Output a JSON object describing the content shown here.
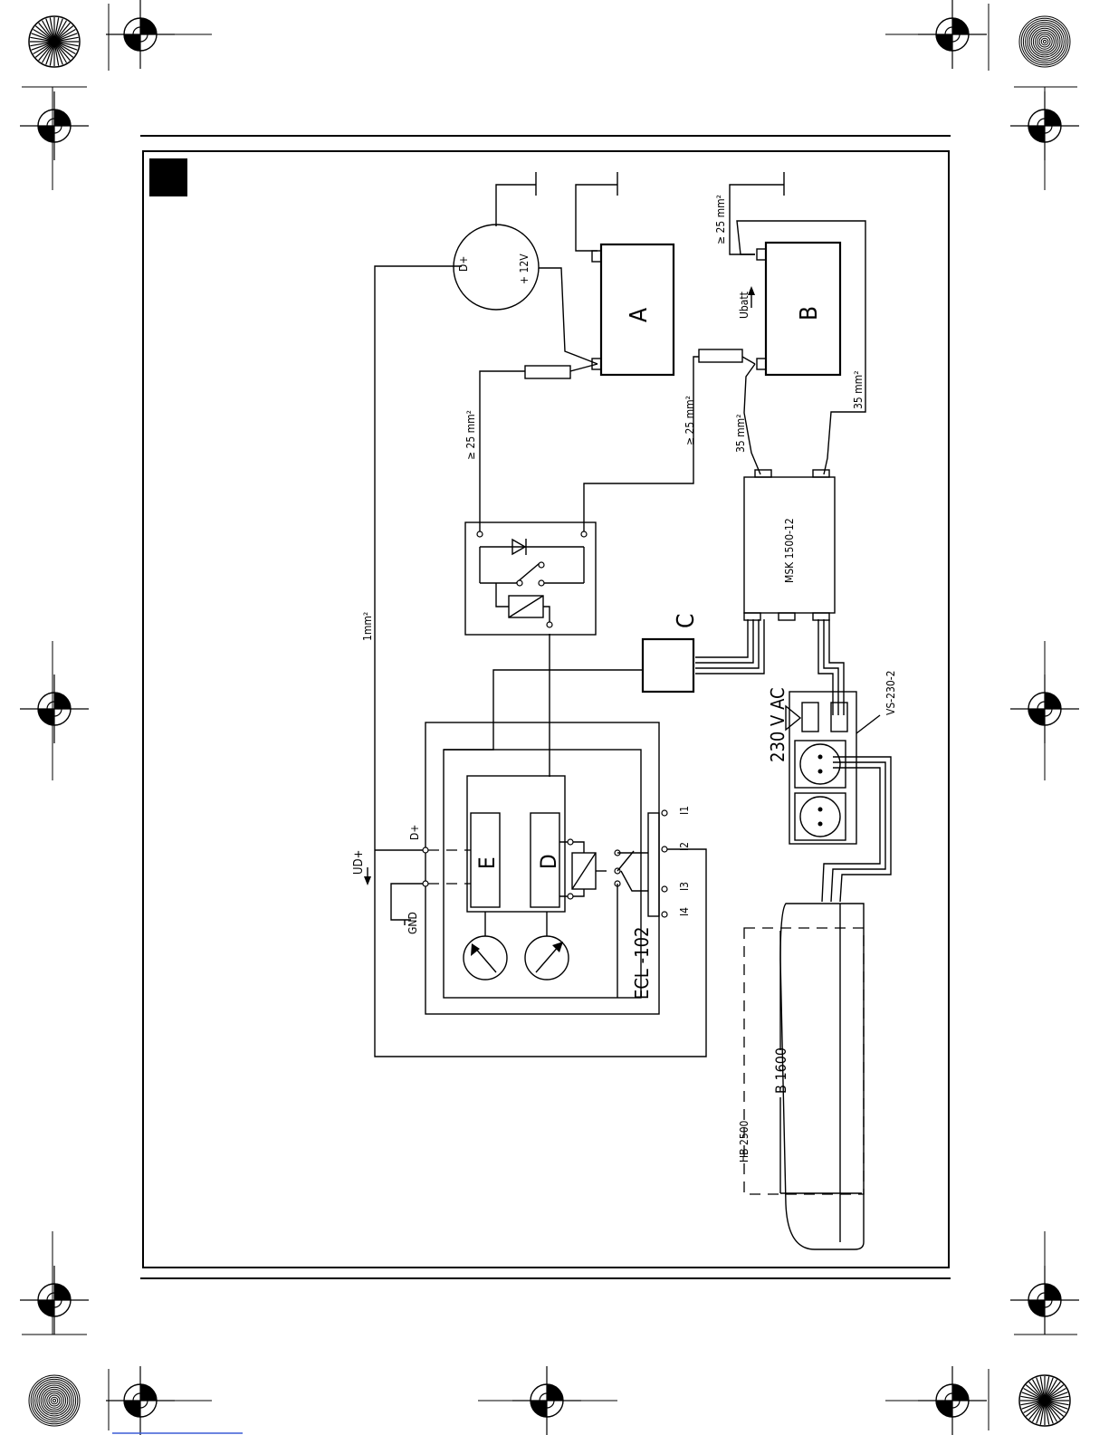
{
  "diagram": {
    "components": {
      "battery_a": "A",
      "battery_b": "B",
      "unit_c": "C",
      "unit_d": "D",
      "unit_e": "E",
      "charger_model": "MSK 1500-12",
      "controller_model": "ECL -102",
      "socket_model": "VS-230-2",
      "mains_voltage": "230 V AC",
      "fridge_model": "B 1600",
      "cooler_model": "HB 2500"
    },
    "labels": {
      "d_plus": "D+",
      "plus_12v": "+ 12V",
      "ud_plus": "UD+",
      "gnd": "GND",
      "wire_1mm": "1mm²",
      "wire_25_a": "≥ 25 mm²",
      "wire_25_b": "≥ 25 mm²",
      "wire_25_c": "≥ 25 mm²",
      "wire_35_a": "35 mm²",
      "wire_35_b": "35 mm²",
      "ubatt": "Ubatt",
      "terminal_i1": "I1",
      "terminal_i2": "I2",
      "terminal_i3": "I3",
      "terminal_i4": "I4"
    }
  }
}
